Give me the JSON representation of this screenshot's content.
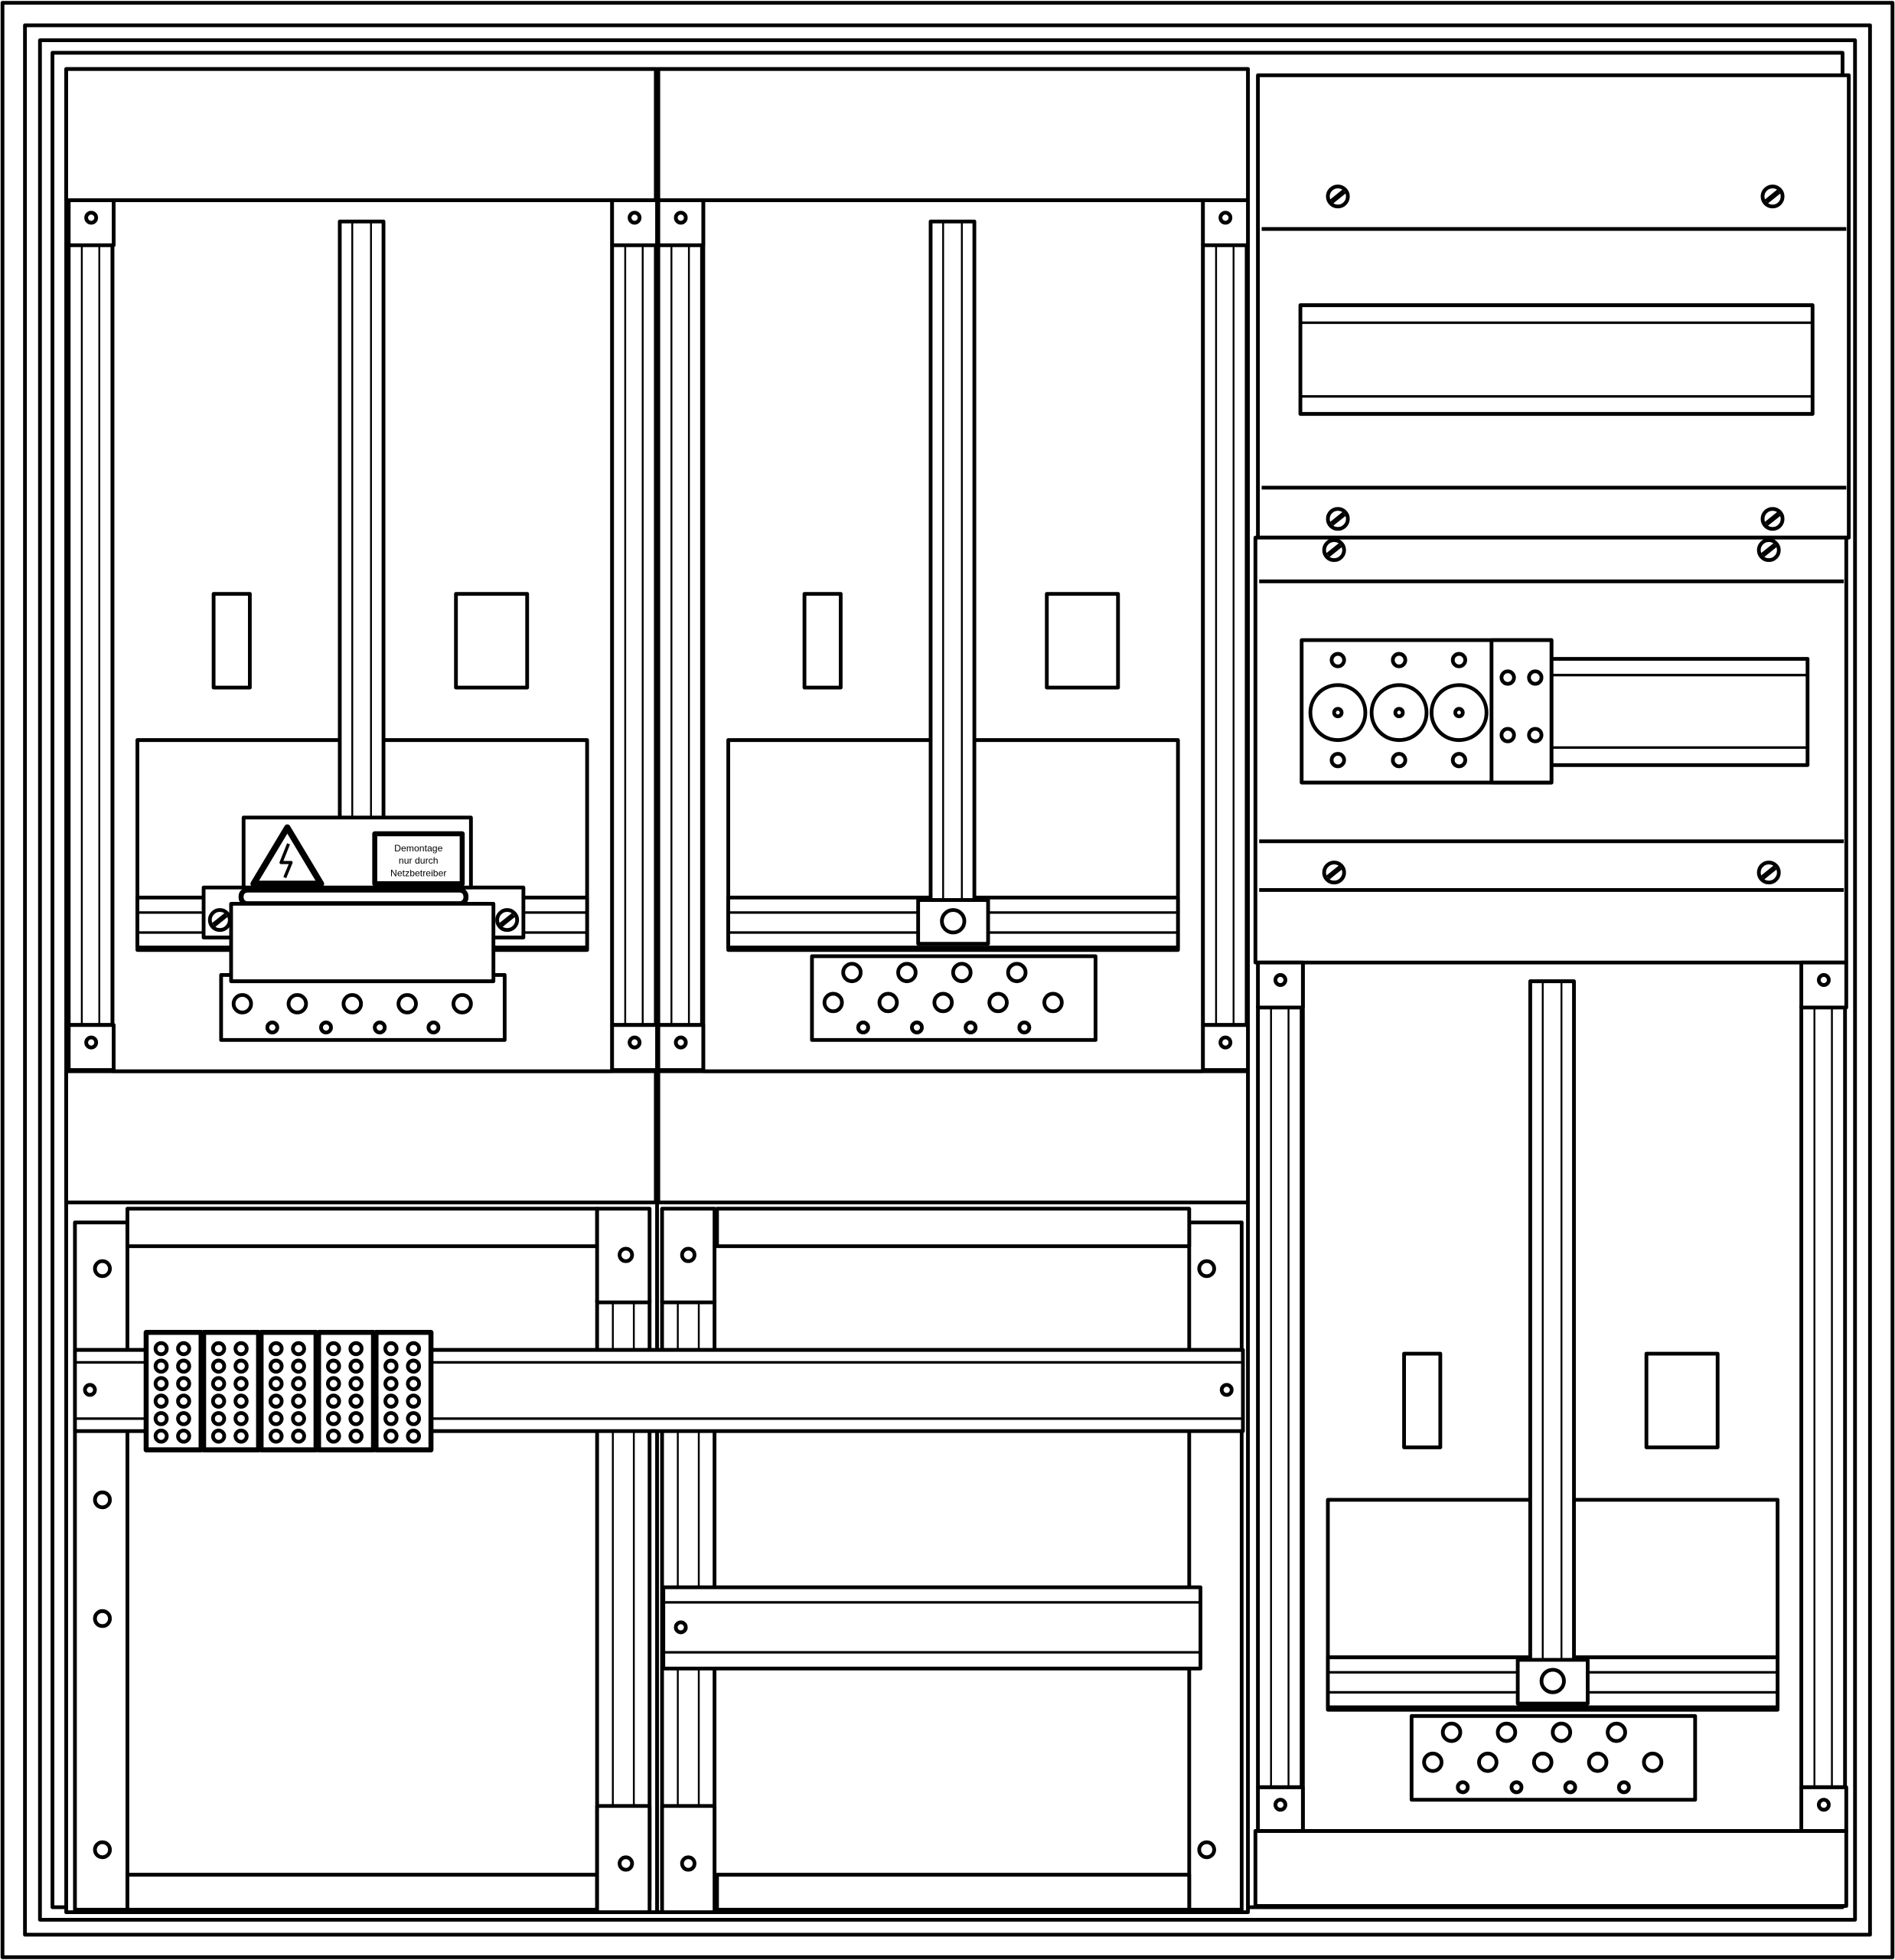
{
  "warning_label": {
    "line1": "Demontage",
    "line2": "nur durch",
    "line3": "Netzbetreiber"
  },
  "colors": {
    "stroke": "#000000",
    "fill": "#ffffff"
  },
  "icons": [
    "high-voltage-warning-icon",
    "screw-icon"
  ]
}
